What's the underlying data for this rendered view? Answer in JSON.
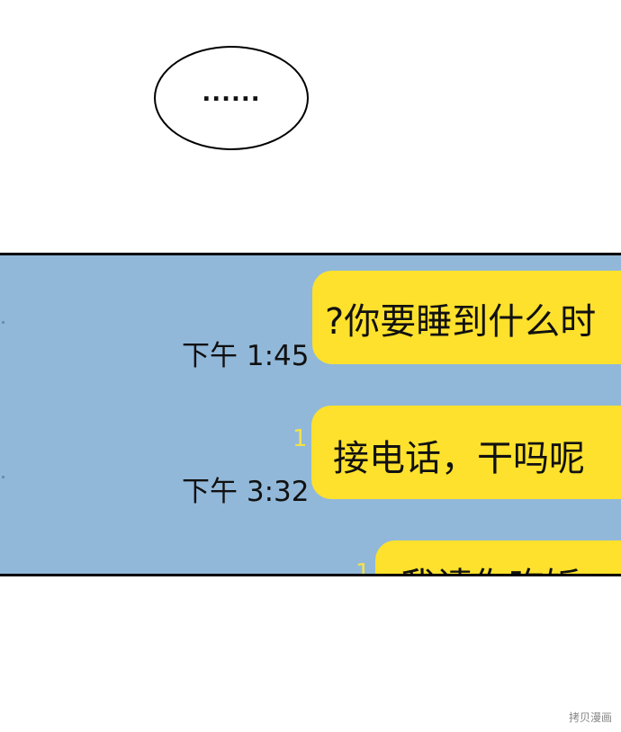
{
  "speech_bubble": {
    "text": "......"
  },
  "chat": {
    "background_color": "#91b8d9",
    "bubble_color": "#fde12c",
    "read_mark_color": "#f2e24a",
    "messages": [
      {
        "text": "?你要睡到什么时",
        "time": "下午 1:45",
        "read_mark": ""
      },
      {
        "text": "接电话，干吗呢",
        "time": "下午 3:32",
        "read_mark": "1"
      },
      {
        "text": "我请你吃饭",
        "time": "",
        "read_mark": "1"
      }
    ]
  },
  "watermark": "拷贝漫画"
}
